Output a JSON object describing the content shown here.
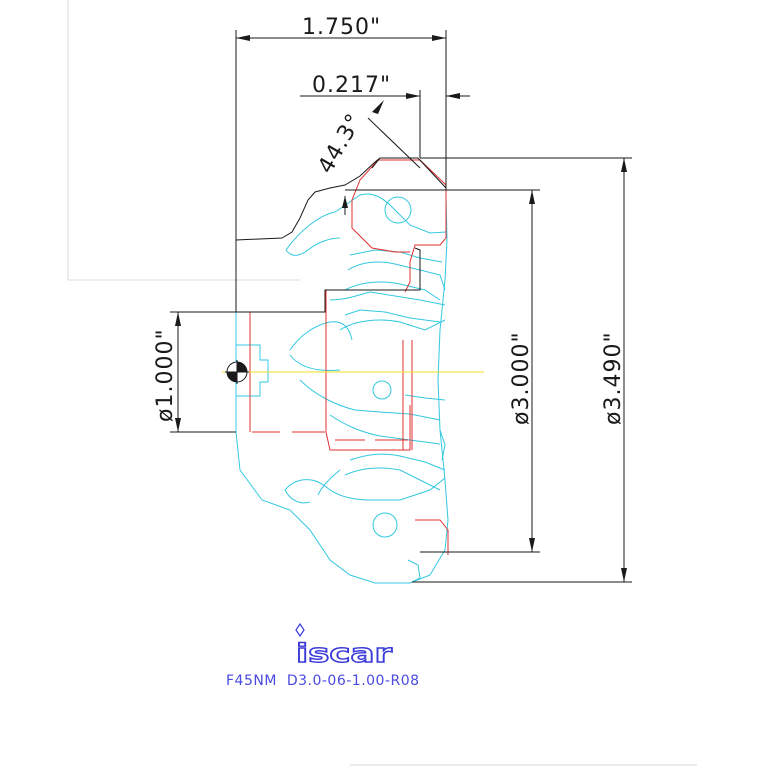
{
  "dimensions": {
    "width_1750": "1.750\"",
    "width_0217": "0.217\"",
    "angle_443": "44.3°",
    "dia_1000": "ø1.000\"",
    "dia_3000": "ø3.000\"",
    "dia_3490": "ø3.490\""
  },
  "logo": {
    "text": "iscar",
    "color": "#3a3ad8"
  },
  "model": {
    "code": "F45NM  D3.0-06-1.00-R08"
  },
  "colors": {
    "dimension": "#1a1a1a",
    "cutter_outline": "#33c8e0",
    "insert_outline": "#e03030",
    "centerline": "#f0e020"
  }
}
